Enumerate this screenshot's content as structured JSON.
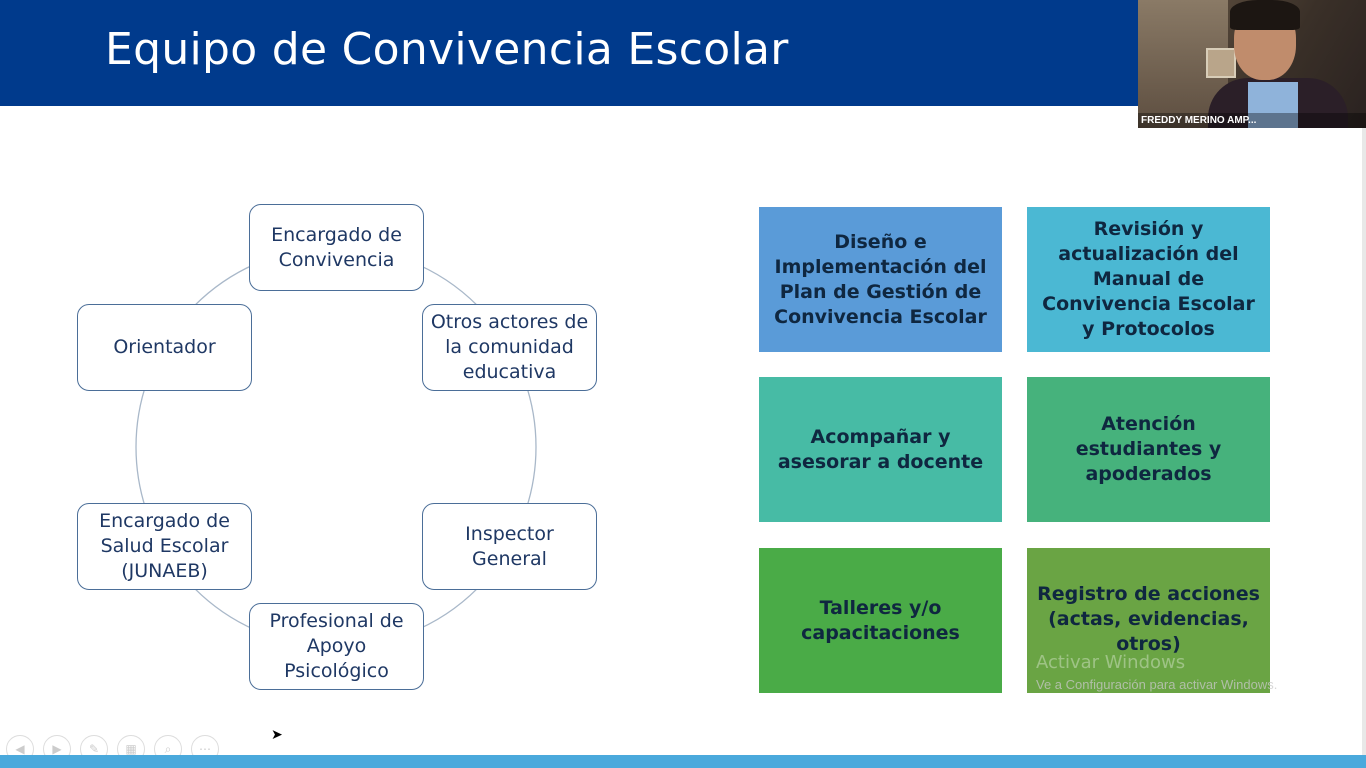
{
  "slide": {
    "title": "Equipo de Convivencia Escolar"
  },
  "webcam": {
    "participant_name": "FREDDY MERINO AMP..."
  },
  "cycle_nodes": [
    "Encargado de Convivencia",
    "Otros actores de la comunidad educativa",
    "Inspector General",
    "Profesional de Apoyo Psicológico",
    "Encargado de Salud Escolar (JUNAEB)",
    "Orientador"
  ],
  "functions": [
    {
      "label": "Diseño e Implementación del Plan de Gestión de Convivencia Escolar",
      "color": "#5a9bd8"
    },
    {
      "label": "Revisión y actualización del Manual de Convivencia Escolar y Protocolos",
      "color": "#4bb8d3"
    },
    {
      "label": "Acompañar y asesorar a docente",
      "color": "#47bba5"
    },
    {
      "label": "Atención estudiantes y apoderados",
      "color": "#46b27c"
    },
    {
      "label": "Talleres y/o capacitaciones",
      "color": "#4aab47"
    },
    {
      "label": "Registro de acciones (actas, evidencias, otros)",
      "color": "#6aa444"
    }
  ],
  "watermark": {
    "line1": "Activar Windows",
    "line2": "Ve a Configuración para activar Windows."
  },
  "controls": [
    "previous-icon",
    "next-icon",
    "pen-icon",
    "slides-icon",
    "zoom-icon",
    "more-icon"
  ]
}
